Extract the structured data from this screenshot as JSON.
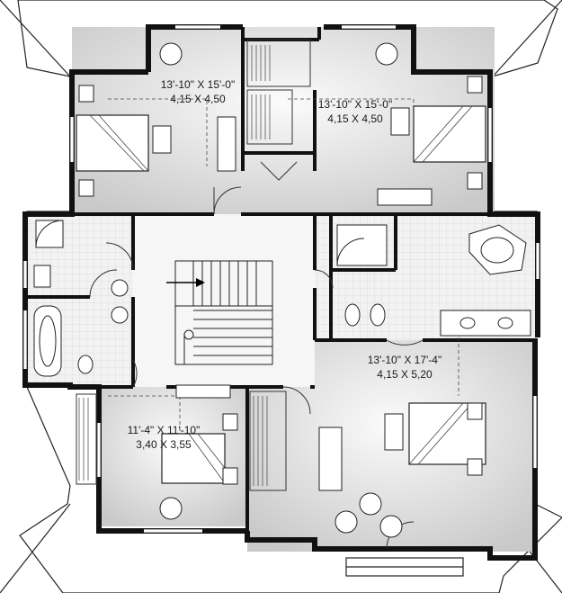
{
  "rooms": [
    {
      "id": "bedroom-nw",
      "imperial": "13'-10\" X 15'-0\"",
      "metric": "4,15 X 4,50"
    },
    {
      "id": "bedroom-ne",
      "imperial": "13'-10\" X 15'-0\"",
      "metric": "4,15 X 4,50"
    },
    {
      "id": "master-bedroom",
      "imperial": "13'-10\" X 17'-4\"",
      "metric": "4,15 X 5,20"
    },
    {
      "id": "bedroom-sw",
      "imperial": "11'-4\" X 11'-10\"",
      "metric": "3,40 X 3,55"
    }
  ],
  "colors": {
    "wall": "#111111",
    "floor": "#e2e2e2",
    "floor_light": "#f4f4f4",
    "roof": "#ffffff",
    "line": "#222222"
  }
}
